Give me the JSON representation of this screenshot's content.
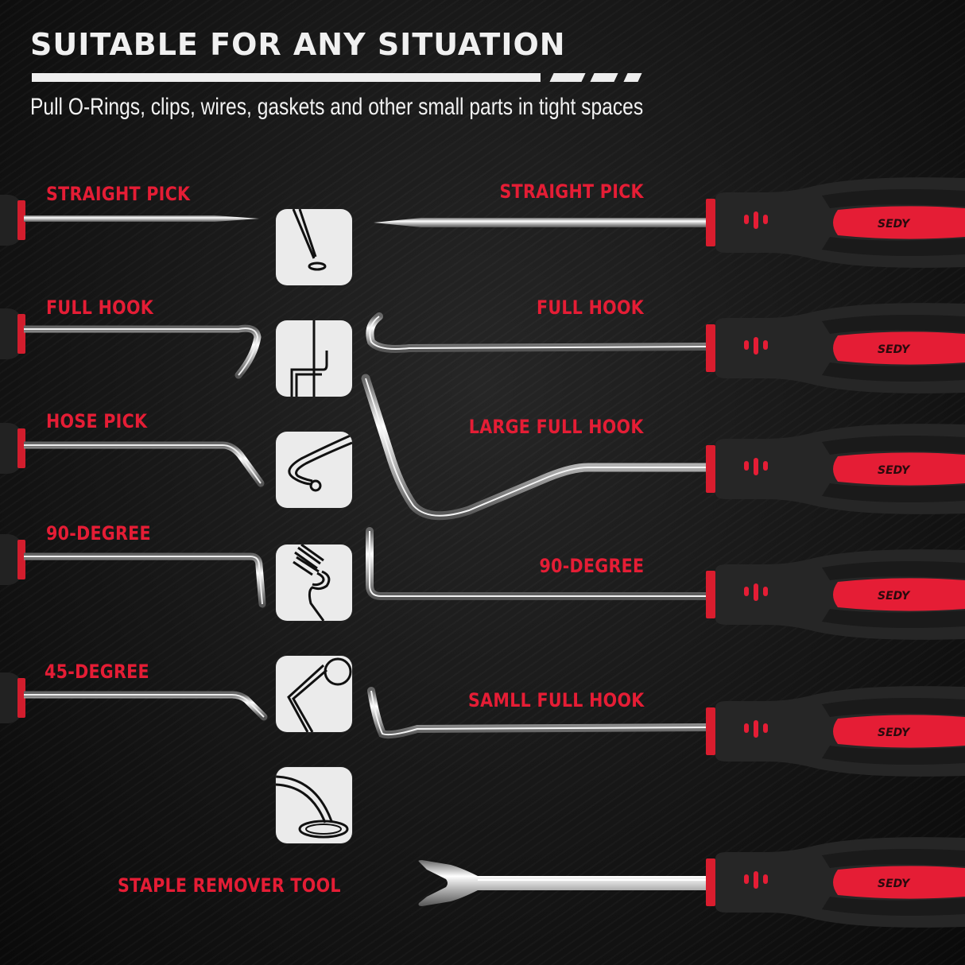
{
  "header": {
    "title": "SUITABLE FOR ANY SITUATION",
    "subtitle": "Pull O-Rings, clips, wires, gaskets and other small parts in tight spaces"
  },
  "colors": {
    "accent_red": "#e51d35",
    "background": "#121212",
    "text_white": "#f0f0f0",
    "icon_card": "#ebebeb",
    "handle_black": "#222222"
  },
  "left_tools": [
    {
      "label": "STRAIGHT PICK",
      "tip": "straight-point"
    },
    {
      "label": "FULL HOOK",
      "tip": "full-hook"
    },
    {
      "label": "HOSE PICK",
      "tip": "hose-pick"
    },
    {
      "label": "90-DEGREE",
      "tip": "90-degree"
    },
    {
      "label": "45-DEGREE",
      "tip": "45-degree"
    }
  ],
  "usage_icons": [
    {
      "name": "needle-ring-icon"
    },
    {
      "name": "wire-pull-icon"
    },
    {
      "name": "hose-ring-icon"
    },
    {
      "name": "spring-hook-icon"
    },
    {
      "name": "ring-pull-icon"
    },
    {
      "name": "gasket-lift-icon"
    }
  ],
  "right_tools": [
    {
      "label": "STRAIGHT PICK",
      "brand": "SEDY"
    },
    {
      "label": "FULL HOOK",
      "brand": "SEDY"
    },
    {
      "label": "LARGE FULL HOOK",
      "brand": "SEDY"
    },
    {
      "label": "90-DEGREE",
      "brand": "SEDY"
    },
    {
      "label": "SAMLL FULL HOOK",
      "brand": "SEDY"
    },
    {
      "label": "STAPLE REMOVER TOOL",
      "brand": "SEDY"
    }
  ]
}
